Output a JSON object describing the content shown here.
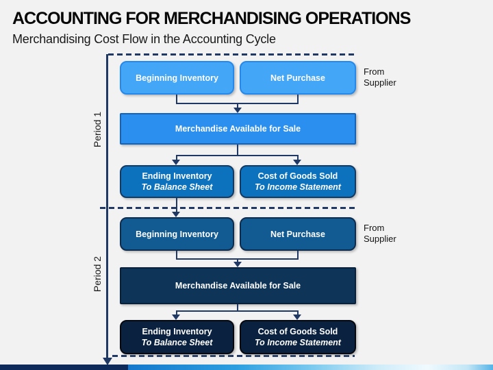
{
  "slide": {
    "title": "ACCOUNTING FOR MERCHANDISING OPERATIONS",
    "subtitle": "Merchandising Cost Flow in the Accounting Cycle"
  },
  "diagram": {
    "periods": [
      {
        "label": "Period 1",
        "boxes": {
          "beginning_inventory": "Beginning Inventory",
          "net_purchase": "Net Purchase",
          "available_for_sale": "Merchandise Available for Sale",
          "ending_inventory": "Ending Inventory",
          "ending_inventory_note": "To Balance Sheet",
          "cogs": "Cost of Goods Sold",
          "cogs_note": "To Income Statement"
        },
        "side_note": "From Supplier"
      },
      {
        "label": "Period 2",
        "boxes": {
          "beginning_inventory": "Beginning Inventory",
          "net_purchase": "Net Purchase",
          "available_for_sale": "Merchandise Available for Sale",
          "ending_inventory": "Ending Inventory",
          "ending_inventory_note": "To Balance Sheet",
          "cogs": "Cost of Goods Sold",
          "cogs_note": "To Income Statement"
        },
        "side_note": "From Supplier"
      }
    ],
    "colors": {
      "p1_top_fill": "#43A6F6",
      "p1_top_border": "#2589EC",
      "p1_mid_fill": "#2B8FEF",
      "p1_mid_border": "#1563B8",
      "p1_bottom_fill": "#0C72BE",
      "p1_bottom_border": "#123A63",
      "p2_top_fill": "#115A92",
      "p2_top_border": "#0E2C4E",
      "p2_mid_fill": "#0E3458",
      "p2_mid_border": "#09203A",
      "p2_bottom_fill": "#0A2240",
      "p2_bottom_border": "#05090F",
      "connector_navy": "#1F3864",
      "footer_bar_left": "#0E2A5A"
    }
  }
}
